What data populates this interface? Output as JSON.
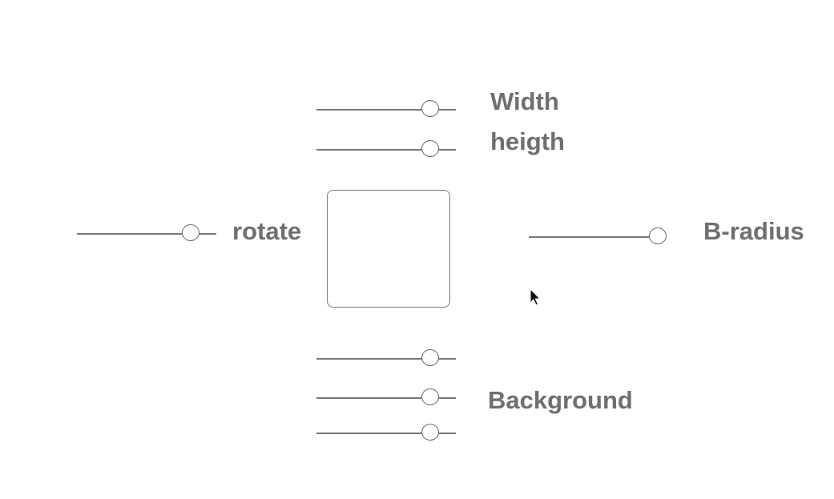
{
  "labels": {
    "width": "Width",
    "height": "heigth",
    "rotate": "rotate",
    "border_radius": "B-radius",
    "background": "Background"
  },
  "sliders": {
    "width": {
      "value_fraction": 0.82
    },
    "height": {
      "value_fraction": 0.82
    },
    "rotate": {
      "value_fraction": 0.82
    },
    "border_radius": {
      "value_fraction": 0.99
    },
    "background_1": {
      "value_fraction": 0.82
    },
    "background_2": {
      "value_fraction": 0.82
    },
    "background_3": {
      "value_fraction": 0.82
    }
  },
  "colors": {
    "label_text": "#6f6f6f",
    "track": "#777777",
    "thumb_border": "#666666",
    "background": "#ffffff"
  },
  "icons": {
    "cursor": "arrow-cursor-icon"
  }
}
